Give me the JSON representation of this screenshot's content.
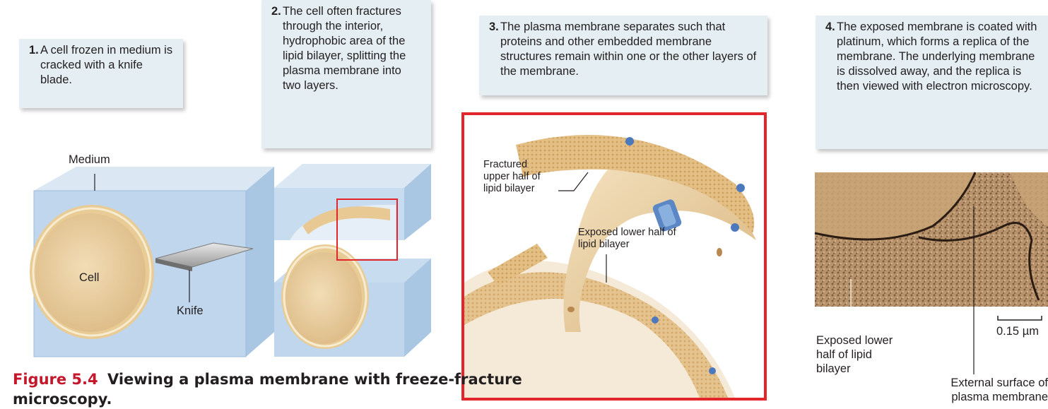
{
  "steps": [
    {
      "number": "1.",
      "text": "A cell frozen in medium is cracked with a knife blade."
    },
    {
      "number": "2.",
      "text": "The cell often fractures through the interior, hydrophobic area of the lipid bilayer, splitting the plasma membrane into two layers."
    },
    {
      "number": "3.",
      "text": "The plasma membrane separates such that proteins and other embedded membrane structures remain within one or the other layers of the membrane."
    },
    {
      "number": "4.",
      "text": "The exposed membrane is coated with platinum, which forms a replica of the membrane. The underlying membrane is dissolved away, and the replica is then viewed with electron microscopy."
    }
  ],
  "labels": {
    "medium": "Medium",
    "cell": "Cell",
    "knife": "Knife",
    "fractured_upper": "Fractured upper half of lipid bilayer",
    "exposed_lower_inset": "Exposed lower half of lipid bilayer",
    "exposed_lower_micrograph": "Exposed lower half of lipid bilayer",
    "external_surface": "External surface of plasma membrane",
    "scale_bar": "0.15 µm"
  },
  "caption": {
    "figure_number": "Figure 5.4",
    "title": "Viewing a plasma membrane with freeze-fracture microscopy."
  },
  "colors": {
    "step_box": "#e4eef3",
    "figure_red": "#c4172c",
    "block_blue": "#bcd5ec",
    "membrane_tan": "#e7c48d",
    "inset_border": "#e3262b"
  }
}
